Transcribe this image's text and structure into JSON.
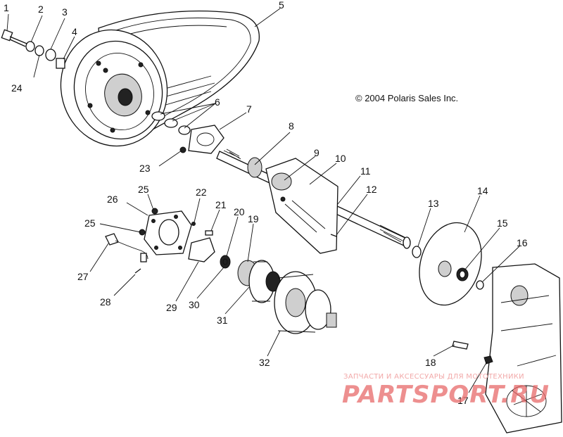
{
  "copyright": "© 2004 Polaris Sales Inc.",
  "watermark": {
    "tagline": "ЗАПЧАСТИ И АКСЕССУАРЫ ДЛЯ МОТОТЕХНИКИ",
    "logo": "PARTSPORT.RU"
  },
  "callouts": [
    "1",
    "2",
    "3",
    "4",
    "5",
    "6",
    "7",
    "8",
    "9",
    "10",
    "11",
    "12",
    "13",
    "14",
    "15",
    "16",
    "17",
    "18",
    "19",
    "20",
    "21",
    "22",
    "23",
    "24",
    "25",
    "25",
    "26",
    "27",
    "28",
    "29",
    "30",
    "31",
    "32"
  ]
}
